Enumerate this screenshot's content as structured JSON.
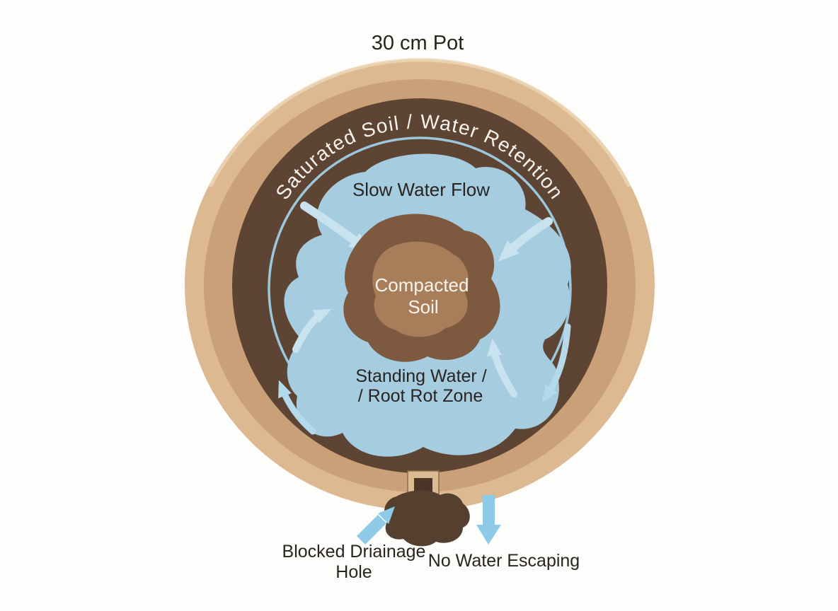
{
  "title": "30 cm Pot",
  "pot": {
    "curved_label": "Saturated Soil / Water Retention",
    "slow_water_label": "Slow Water Flow",
    "compacted_soil": {
      "line1": "Compacted",
      "line2": "Soil"
    },
    "standing_water": {
      "line1": "Standing Water /",
      "line2": "/ Root Rot Zone"
    },
    "blocked_drainage": {
      "line1": "Blocked Driainage",
      "line2": "Hole"
    },
    "no_water_label": "No Water Escaping"
  },
  "colors": {
    "background": "#fdfdfc",
    "pot_rim_outer": "#dcb990",
    "pot_rim_inner": "#c9a078",
    "rim_highlight": "#ecd6b6",
    "soil": "#5d4333",
    "water": "#a6cce0",
    "flow_circle_outline": "#9cc8de",
    "flow_arrow_pale": "#c8e2ef",
    "flow_arrow_blue": "#b4d9ea",
    "external_arrow": "#8dcbe9",
    "compacted_soil_outer": "#7d5940",
    "compacted_soil_inner": "#a87e5a",
    "drain_frame": "#ddbb92",
    "drain_hole": "#4a3526",
    "soil_clog": "#55402f",
    "text_dark": "#2a2420",
    "text_light": "#f8f4ed"
  },
  "icons": {
    "circulation_arrows": [
      "curved-arrow-top-left",
      "curved-arrow-top-right",
      "curved-arrow-mid-left",
      "curved-arrow-mid-right",
      "curved-arrow-bottom-left",
      "curved-arrow-bottom-right"
    ],
    "blocked_inflow_arrow": "arrow-up-right",
    "no_escape_arrow": "arrow-down"
  }
}
